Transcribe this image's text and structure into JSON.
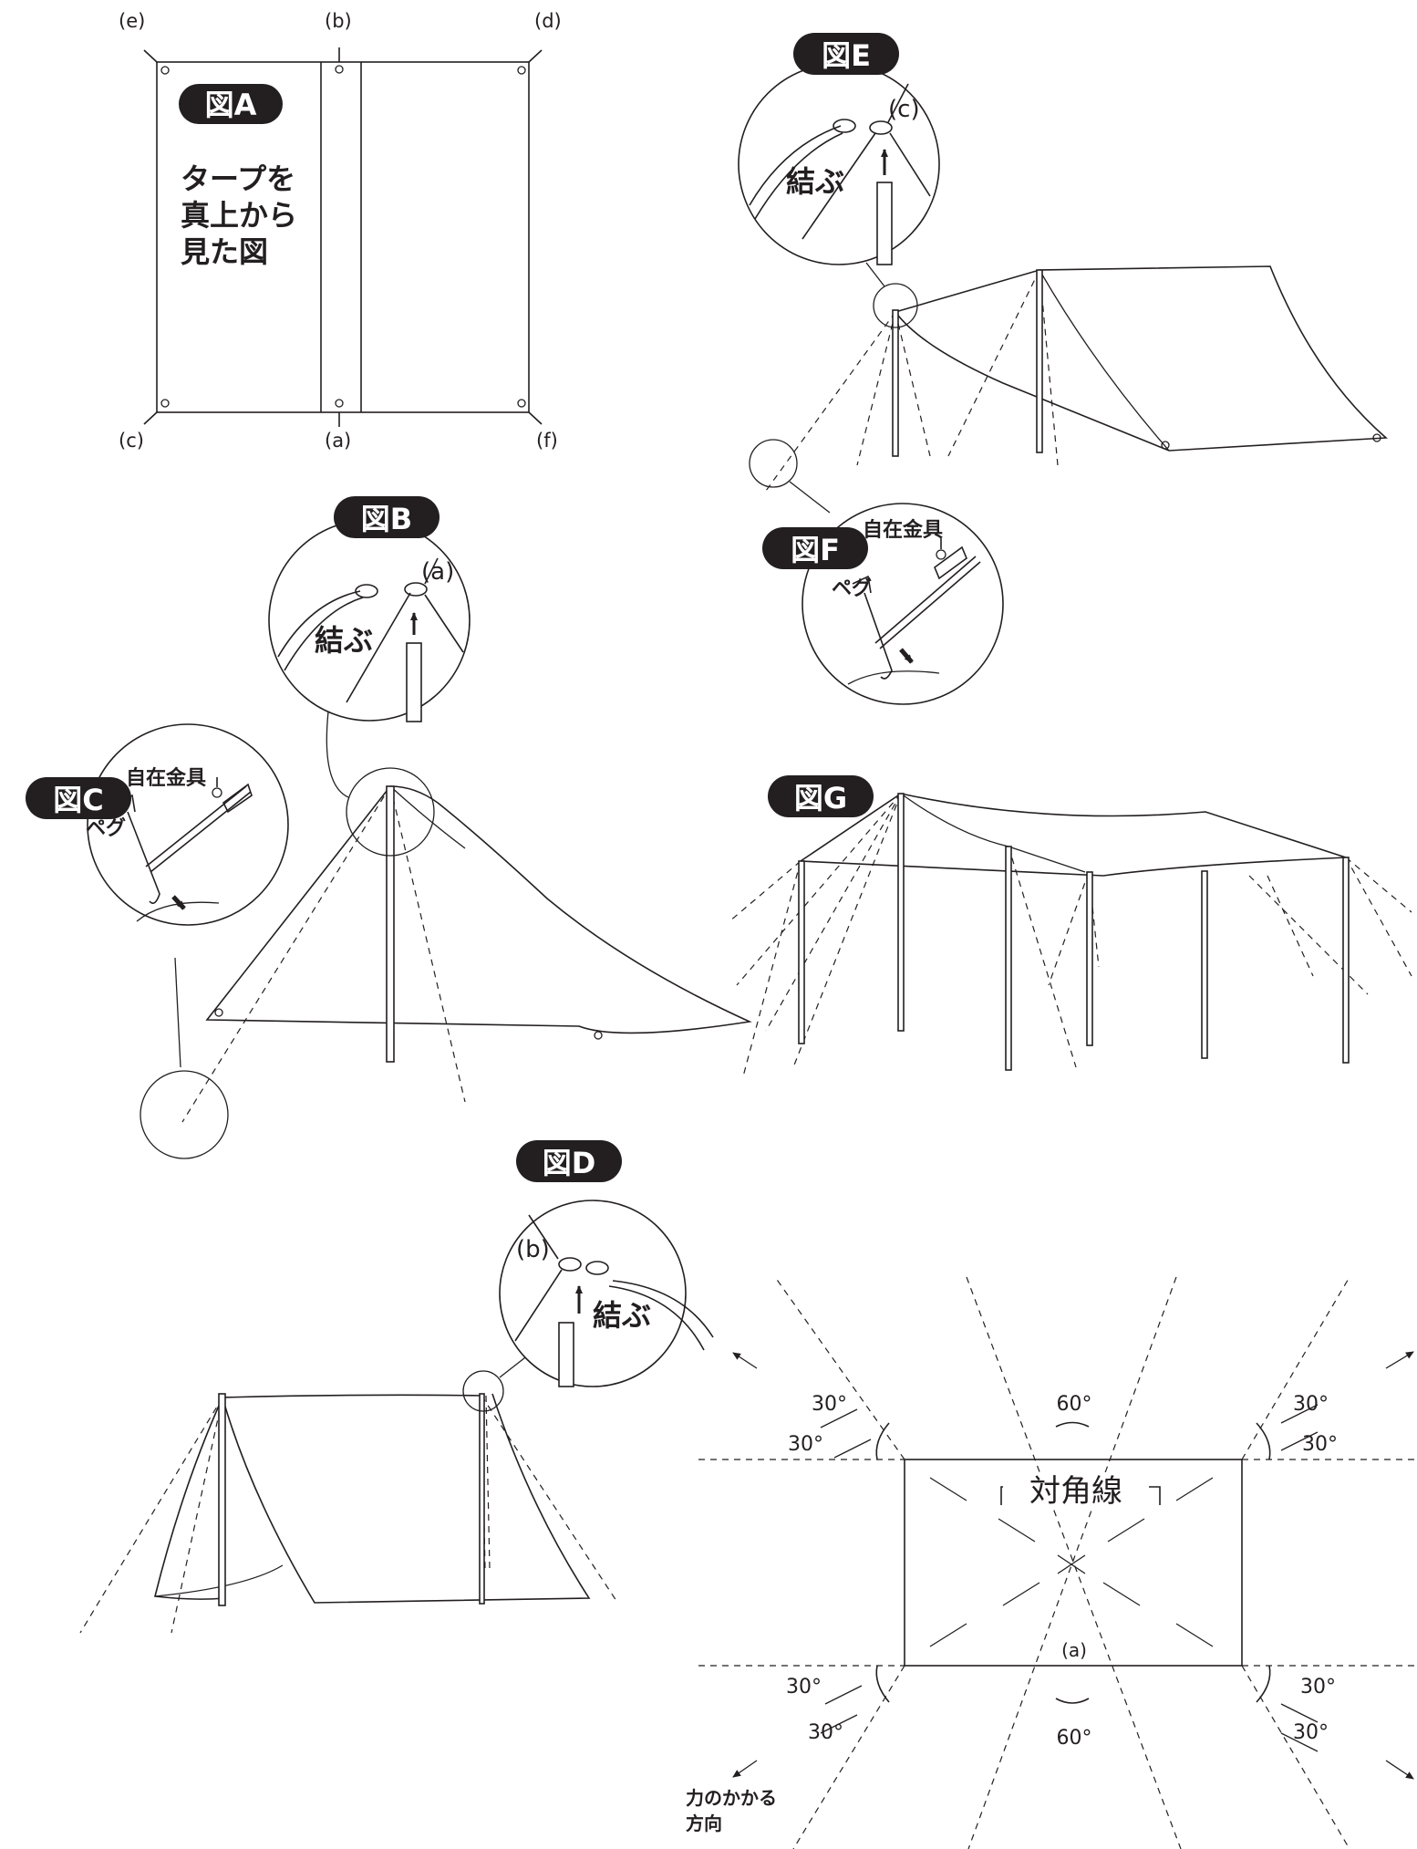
{
  "figA": {
    "badge": "図A",
    "caption_lines": [
      "タープを",
      "真上から",
      "見た図"
    ],
    "corner_labels": {
      "e": "(e)",
      "b": "(b)",
      "d": "(d)",
      "c": "(c)",
      "a": "(a)",
      "f": "(f)"
    }
  },
  "figB": {
    "badge": "図B",
    "point_label": "(a)",
    "tie_label": "結ぶ"
  },
  "figC": {
    "badge": "図C",
    "adjuster_label": "自在金具",
    "peg_label": "ペグ"
  },
  "figD": {
    "badge": "図D",
    "point_label": "(b)",
    "tie_label": "結ぶ"
  },
  "figE": {
    "badge": "図E",
    "point_label": "(c)",
    "tie_label": "結ぶ"
  },
  "figF": {
    "badge": "図F",
    "adjuster_label": "自在金具",
    "peg_label": "ペグ"
  },
  "figG": {
    "badge": "図G"
  },
  "plan": {
    "diagonal_label": "対角線",
    "bottom_mid_label": "(a)",
    "angle_top": "60°",
    "angle_bottom": "60°",
    "angle_tl_upper": "30°",
    "angle_tl_lower": "30°",
    "angle_tr_upper": "30°",
    "angle_tr_lower": "30°",
    "angle_bl_upper": "30°",
    "angle_bl_lower": "30°",
    "angle_br_upper": "30°",
    "angle_br_lower": "30°",
    "force_label_lines": [
      "力のかかる",
      "方向"
    ]
  }
}
